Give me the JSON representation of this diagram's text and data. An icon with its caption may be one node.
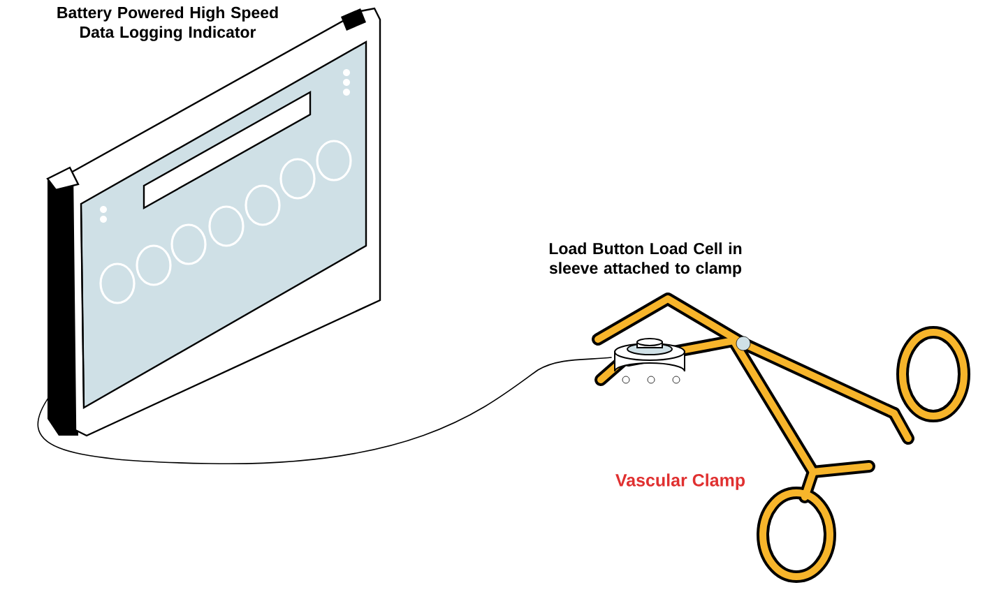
{
  "diagram": {
    "nodes": [
      {
        "text": [
          "Battery Powered High Speed Data Logging Indicator"
        ]
      },
      {
        "text": [
          "Load Button Load Cell in sleeve attached to clamp"
        ]
      }
    ],
    "edges": [
      {
        "from": 0,
        "to": 1,
        "arrow": "none"
      }
    ],
    "labels": [
      "Vascular Clamp"
    ]
  }
}
